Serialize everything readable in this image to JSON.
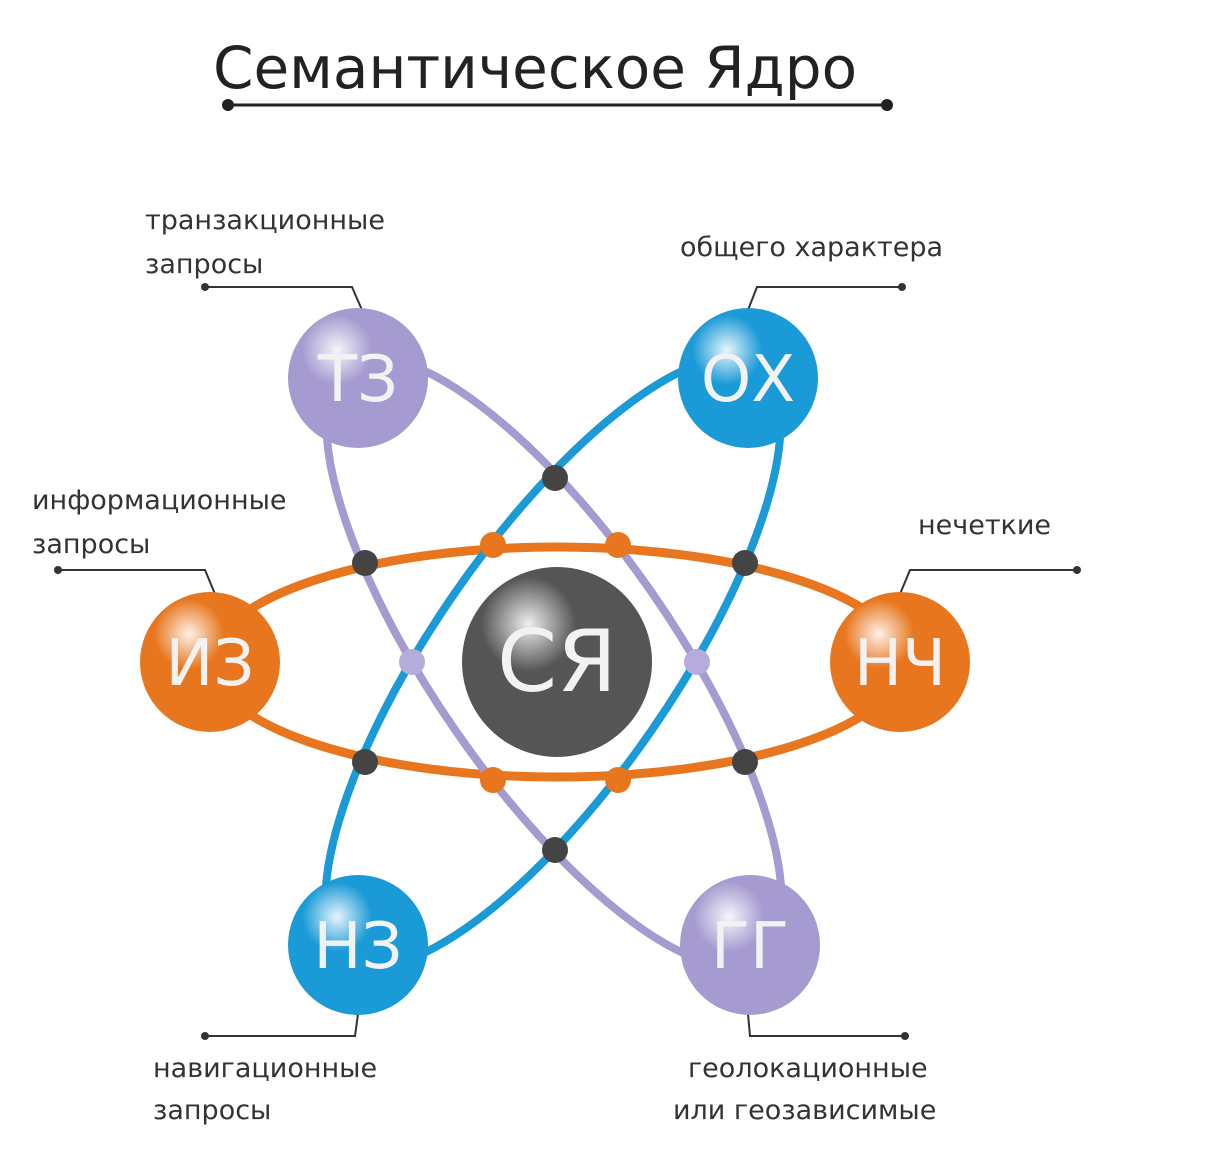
{
  "title": "Семантическое Ядро",
  "colors": {
    "purple": "#a69bd0",
    "blue": "#1a9ad6",
    "orange": "#e8761e",
    "core": "#555555",
    "dark_dot": "#444444"
  },
  "core": {
    "abbr": "СЯ"
  },
  "nodes": {
    "tz": {
      "abbr": "ТЗ",
      "label": [
        "транзакционные",
        "запросы"
      ]
    },
    "oh": {
      "abbr": "ОХ",
      "label": [
        "общего характера"
      ]
    },
    "iz": {
      "abbr": "ИЗ",
      "label": [
        "информационные",
        "запросы"
      ]
    },
    "nch": {
      "abbr": "НЧ",
      "label": [
        "нечеткие"
      ]
    },
    "nz": {
      "abbr": "НЗ",
      "label": [
        "навигационные",
        "запросы"
      ]
    },
    "tg": {
      "abbr": "ГГ",
      "label": [
        "геолокационные",
        "или геозависимые"
      ]
    }
  }
}
